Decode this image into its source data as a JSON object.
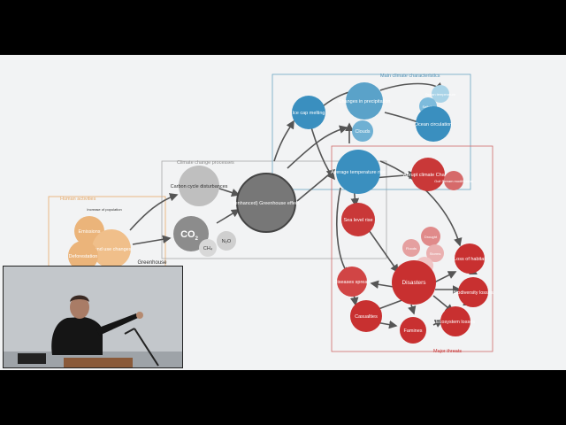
{
  "video": {
    "background": "#000000",
    "slide_background": "#f2f3f4"
  },
  "groups": {
    "human": {
      "label": "Human activities",
      "color": "#e7a968"
    },
    "processes": {
      "label": "Climate change processes",
      "color": "#a8a8a8"
    },
    "characteristics": {
      "label": "Main climate characteristics",
      "color": "#6ba5c4"
    },
    "threats": {
      "label": "Major threats",
      "color": "#d06a6a"
    }
  },
  "nodes": {
    "human_1": {
      "text": "Emissions",
      "color": "#ebb47a"
    },
    "human_2": {
      "text": "Land use changes",
      "color": "#f0bf8a"
    },
    "human_3": {
      "text": "Deforestation",
      "color": "#ebb47a"
    },
    "human_note": {
      "text": "Increase of population"
    },
    "greenhouse_text": {
      "text": "Greenhouse"
    },
    "carbon": {
      "text": "Carbon cycle disturbances",
      "color": "#bfbfbf"
    },
    "co2": {
      "text": "CO",
      "sub": "2",
      "color": "#8c8c8c"
    },
    "n2o": {
      "text": "N₂O",
      "color": "#cfcfcf"
    },
    "ch4": {
      "text": "CH₄",
      "color": "#d8d8d8"
    },
    "greenhouse_effect": {
      "text": "(enhanced) Greenhouse effect",
      "color": "#777777"
    },
    "ice_cap": {
      "text": "Ice cap melting",
      "color": "#3a8fbf"
    },
    "precipitation": {
      "text": "Changes in precipitation",
      "color": "#5aa2c9"
    },
    "clouds": {
      "text": "Clouds",
      "color": "#6fb0d3"
    },
    "ocean_circ": {
      "text": "Ocean circulation",
      "color": "#3a8fbf"
    },
    "salinity": {
      "text": "Salinity",
      "color": "#7dbbdc"
    },
    "ocean_temp": {
      "text": "Ocean temperature",
      "color": "#a9d3e7"
    },
    "avg_temp": {
      "text": "Average temperature rise",
      "color": "#3a8fbf"
    },
    "abrupt": {
      "text": "Abrupt climate Change",
      "color": "#c93838"
    },
    "gulf": {
      "text": "Gulf Stream modification",
      "color": "#d66a6a"
    },
    "sea_level": {
      "text": "Sea level rise",
      "color": "#c93838"
    },
    "disasters": {
      "text": "Disasters",
      "color": "#c83030"
    },
    "diseases": {
      "text": "Diseases spread",
      "color": "#d14545"
    },
    "casualties": {
      "text": "Casualties",
      "color": "#c83030"
    },
    "famines": {
      "text": "Famines",
      "color": "#c83030"
    },
    "ecosystem": {
      "text": "Ecosystem losses",
      "color": "#c83030"
    },
    "biodiversity": {
      "text": "Biodiversity losses",
      "color": "#c83030"
    },
    "habitat": {
      "text": "Loss of habitat",
      "color": "#c83030"
    },
    "drought": {
      "text": "Drought",
      "color": "#e08a8a"
    },
    "floods": {
      "text": "Floods",
      "color": "#e5a0a0"
    },
    "storms": {
      "text": "Storms",
      "color": "#eab0b0"
    },
    "heat": {
      "text": "Heat",
      "color": "#f0c4c4"
    }
  },
  "inset": {
    "wall_color": "#c3c7cb",
    "speaker_shirt": "#151515",
    "podium_color": "#8a5a3a"
  }
}
